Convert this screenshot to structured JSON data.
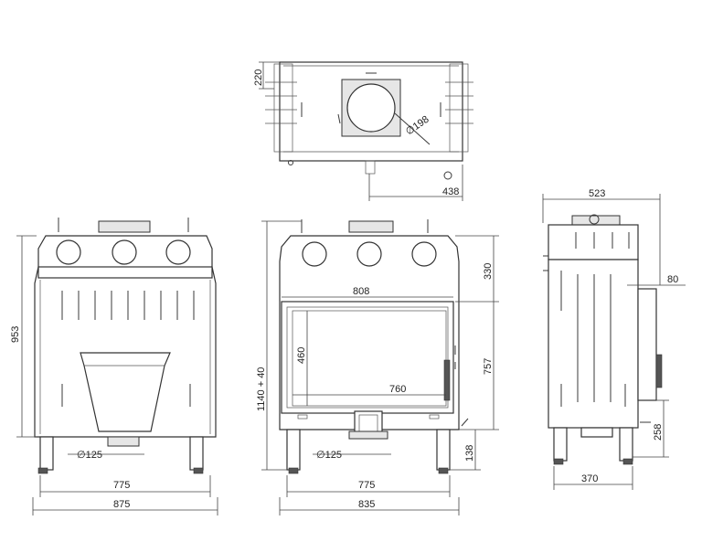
{
  "drawing": {
    "top_view": {
      "dims": {
        "depth_top": "220",
        "flue_diameter": "∅198",
        "offset": "438"
      }
    },
    "front_closed": {
      "dims": {
        "height": "953",
        "inner_width": "775",
        "outer_width": "875",
        "outlet": "∅125"
      }
    },
    "front_open": {
      "dims": {
        "height": "1140 + 40",
        "glass_width": "808",
        "opening_width": "760",
        "opening_height": "460",
        "top_section": "330",
        "right_height": "757",
        "leg_height": "138",
        "inner_width": "775",
        "outer_width": "835",
        "outlet": "∅125"
      }
    },
    "side_view": {
      "dims": {
        "depth": "523",
        "handle_offset": "80",
        "lower_height": "258",
        "base_width": "370"
      }
    }
  }
}
